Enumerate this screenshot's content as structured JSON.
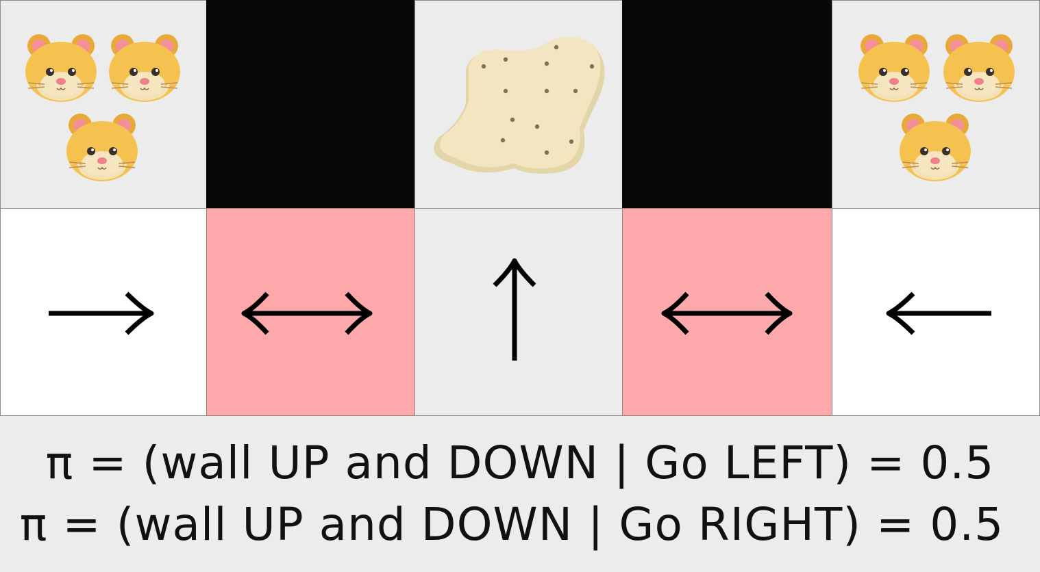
{
  "grid": {
    "rows": 2,
    "cols": 5,
    "cells": [
      {
        "row": 0,
        "col": 0,
        "type": "goal",
        "content": "hamsters",
        "count": 3
      },
      {
        "row": 0,
        "col": 1,
        "type": "wall"
      },
      {
        "row": 0,
        "col": 2,
        "type": "start",
        "content": "cheese"
      },
      {
        "row": 0,
        "col": 3,
        "type": "wall"
      },
      {
        "row": 0,
        "col": 4,
        "type": "goal",
        "content": "hamsters",
        "count": 3
      },
      {
        "row": 1,
        "col": 0,
        "type": "state",
        "policy_arrow": "right"
      },
      {
        "row": 1,
        "col": 1,
        "type": "highlighted",
        "policy_arrow": "left-right"
      },
      {
        "row": 1,
        "col": 2,
        "type": "state",
        "policy_arrow": "up"
      },
      {
        "row": 1,
        "col": 3,
        "type": "highlighted",
        "policy_arrow": "left-right"
      },
      {
        "row": 1,
        "col": 4,
        "type": "state",
        "policy_arrow": "left"
      }
    ]
  },
  "colors": {
    "wall": "#080808",
    "floor": "#ececec",
    "white_cell": "#ffffff",
    "highlight": "#fda9ab",
    "hamster_body": "#f6c24f",
    "cheese": "#f2e5c0"
  },
  "icons": [
    "hamster-icon",
    "cheese-icon",
    "arrow-right-icon",
    "arrow-left-right-icon",
    "arrow-up-icon",
    "arrow-left-icon"
  ],
  "policy": {
    "line1": "π = (wall UP and DOWN | Go LEFT) = 0.5",
    "line2": "π = (wall UP and DOWN | Go RIGHT) = 0.5"
  }
}
